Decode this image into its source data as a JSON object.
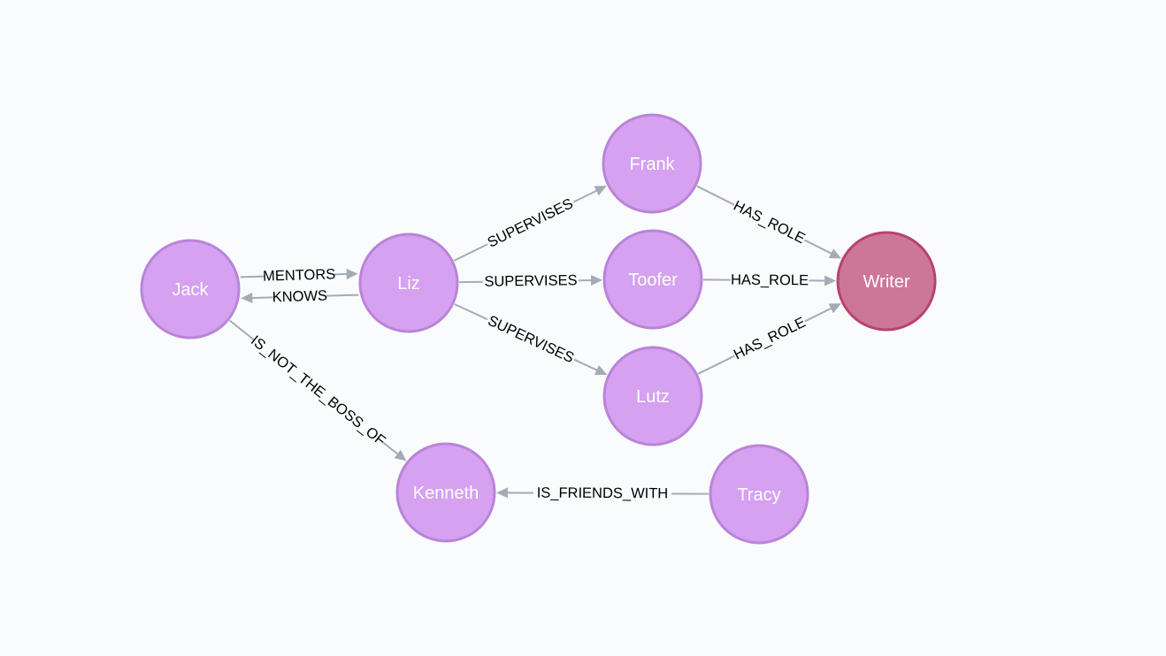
{
  "nodes": [
    {
      "id": "jack",
      "caption": "Jack",
      "kind": "person"
    },
    {
      "id": "liz",
      "caption": "Liz",
      "kind": "person"
    },
    {
      "id": "frank",
      "caption": "Frank",
      "kind": "person"
    },
    {
      "id": "toofer",
      "caption": "Toofer",
      "kind": "person"
    },
    {
      "id": "lutz",
      "caption": "Lutz",
      "kind": "person"
    },
    {
      "id": "writer",
      "caption": "Writer",
      "kind": "role"
    },
    {
      "id": "kenneth",
      "caption": "Kenneth",
      "kind": "person"
    },
    {
      "id": "tracy",
      "caption": "Tracy",
      "kind": "person"
    }
  ],
  "edges": [
    {
      "from": "jack",
      "to": "liz",
      "label": "MENTORS"
    },
    {
      "from": "liz",
      "to": "jack",
      "label": "KNOWS"
    },
    {
      "from": "liz",
      "to": "frank",
      "label": "SUPERVISES"
    },
    {
      "from": "liz",
      "to": "toofer",
      "label": "SUPERVISES"
    },
    {
      "from": "liz",
      "to": "lutz",
      "label": "SUPERVISES"
    },
    {
      "from": "frank",
      "to": "writer",
      "label": "HAS_ROLE"
    },
    {
      "from": "toofer",
      "to": "writer",
      "label": "HAS_ROLE"
    },
    {
      "from": "lutz",
      "to": "writer",
      "label": "HAS_ROLE"
    },
    {
      "from": "jack",
      "to": "kenneth",
      "label": "IS_NOT_THE_BOSS_OF"
    },
    {
      "from": "tracy",
      "to": "kenneth",
      "label": "IS_FRIENDS_WITH"
    }
  ],
  "colors": {
    "person_fill": "#d5a1f0",
    "person_stroke": "#b984d8",
    "role_fill": "#cc7796",
    "role_stroke": "#b8436a",
    "edge": "#a5abb6"
  }
}
